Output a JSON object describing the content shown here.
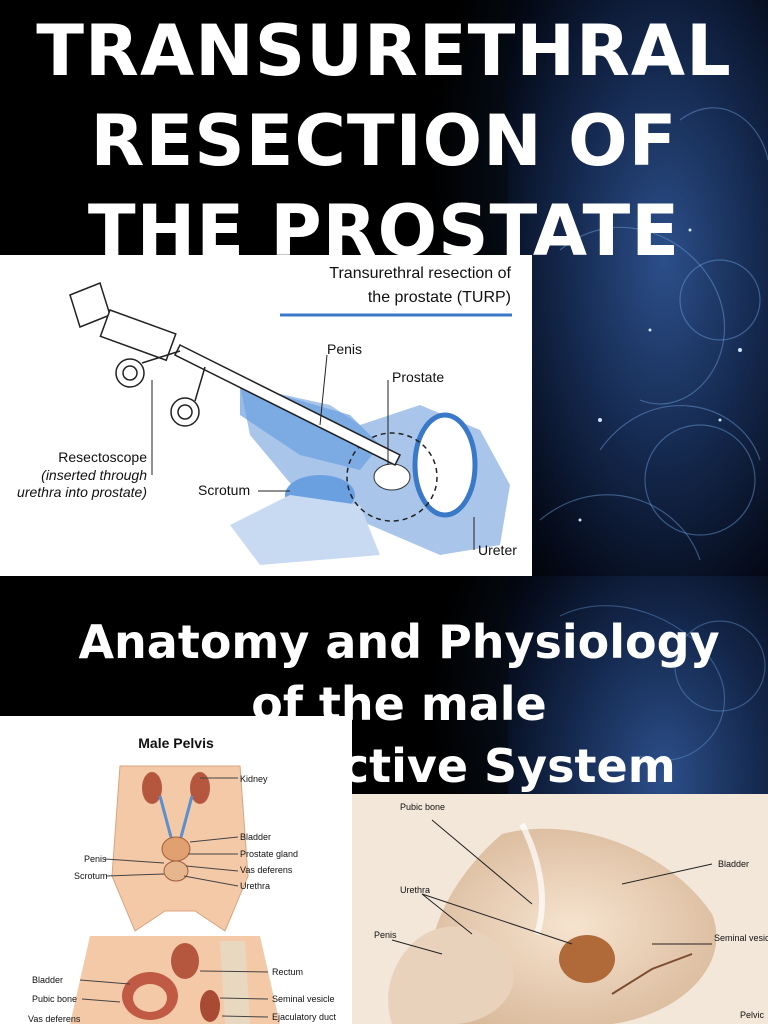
{
  "slide1": {
    "title_lines": [
      "TRANSURETHRAL",
      "RESECTION OF",
      "THE PROSTATE"
    ],
    "diagram": {
      "heading_line1": "Transurethral resection of",
      "heading_line2": "the prostate (TURP)",
      "labels": {
        "penis": "Penis",
        "prostate": "Prostate",
        "resectoscope": "Resectoscope",
        "resectoscope_note1": "(inserted through",
        "resectoscope_note2": "urethra into prostate)",
        "scrotum": "Scrotum",
        "ureter": "Ureter"
      }
    }
  },
  "slide2": {
    "title_lines": [
      "Anatomy and Physiology",
      "of the male",
      "Reproductive System"
    ],
    "pelvis_diagram": {
      "heading": "Male Pelvis",
      "labels": {
        "kidney": "Kidney",
        "bladder": "Bladder",
        "prostate_gland": "Prostate gland",
        "penis": "Penis",
        "vas_deferens": "Vas deferens",
        "scrotum": "Scrotum",
        "urethra": "Urethra",
        "bladder2": "Bladder",
        "rectum": "Rectum",
        "pubic_bone": "Pubic bone",
        "seminal_vesicle": "Seminal vesicle",
        "vas_deferens2": "Vas deferens",
        "ejaculatory_duct": "Ejaculatory duct"
      }
    },
    "anatomy_photo": {
      "labels": {
        "pubic_bone": "Pubic bone",
        "bladder": "Bladder",
        "urethra": "Urethra",
        "penis": "Penis",
        "seminal_vesicle": "Seminal vesicle",
        "pelvic": "Pelvic"
      }
    }
  },
  "colors": {
    "accent_blue": "#3a78c8",
    "light_blue": "#a9c6ea",
    "title_text": "#ffffff"
  }
}
